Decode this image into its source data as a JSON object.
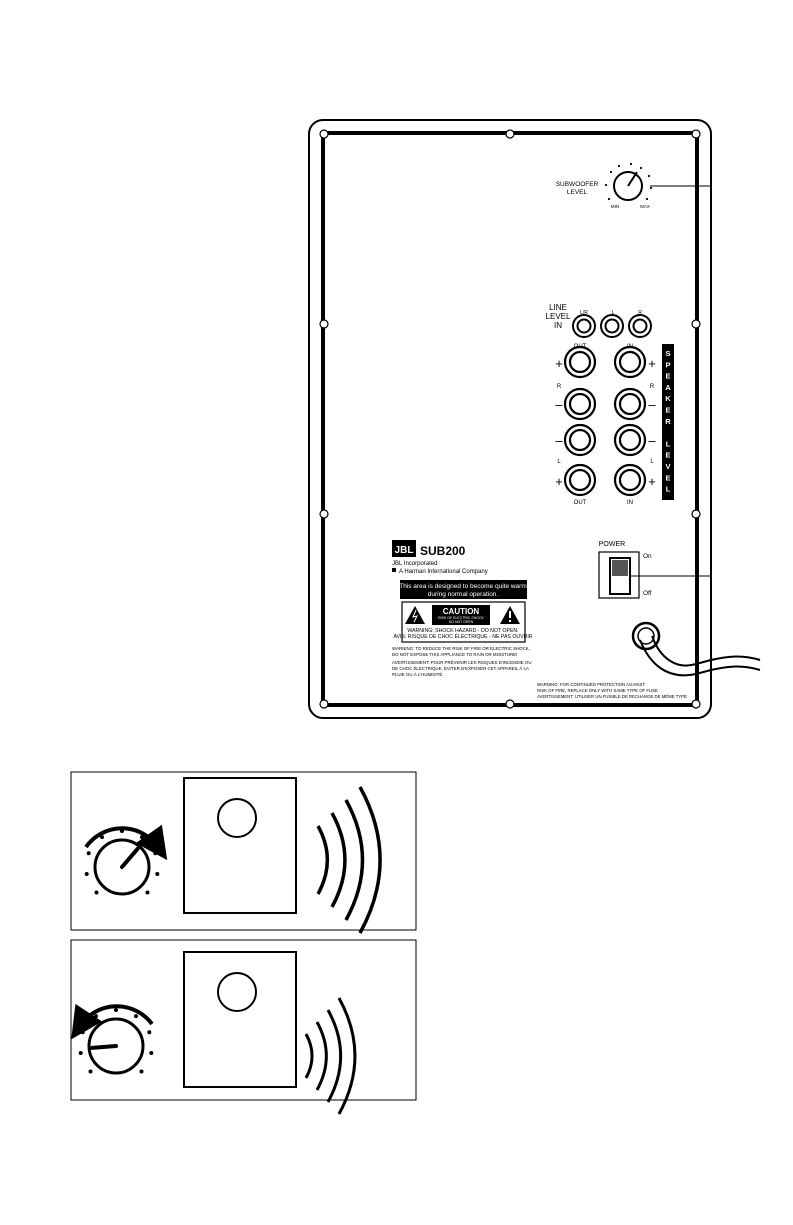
{
  "panel": {
    "subwoofer_level": {
      "label_line1": "SUBWOOFER",
      "label_line2": "LEVEL",
      "min_label": "MIN",
      "max_label": "MAX"
    },
    "line_level_in": {
      "label_line1": "LINE",
      "label_line2": "LEVEL",
      "label_line3": "IN",
      "jacks": [
        "L/R",
        "L",
        "R"
      ]
    },
    "speaker_level": {
      "label": "SPEAKER LEVEL",
      "out_label": "OUT",
      "in_label": "IN",
      "right_label": "R",
      "left_label": "L",
      "plus_sign": "+",
      "minus_sign": "–"
    },
    "brand": {
      "logo": "JBL",
      "model": "SUB200",
      "company_line1": "JBL Incorporated",
      "company_line2": "A Harman International Company"
    },
    "heat_notice": {
      "line1": "This area is designed to become quite warm",
      "line2": "during normal operation."
    },
    "caution_label": {
      "title": "CAUTION",
      "sub_line1": "RISK OF ELECTRIC SHOCK",
      "sub_line2": "DO NOT OPEN",
      "warning_line1": "WARNING: SHOCK HAZARD - DO NOT OPEN.",
      "warning_line2": "AVIS: RISQUE DE CHOC ÉLECTRIQUE - NE PAS OUVRIR"
    },
    "fire_warning": {
      "line1": "WARNING: TO REDUCE THE RISK OF FIRE OR ELECTRIC SHOCK,",
      "line2": "DO NOT EXPOSE THIS APPLIANCE TO RAIN OR MOISTURE!"
    },
    "fire_warning_fr": {
      "line1": "AVERTISSEMENT: POUR PRÉVENIR LES RISQUES D'INCENDIE OU",
      "line2": "DE CHOC ÉLECTRIQUE, ÉVITER D'EXPOSER CET APPAREIL À LA",
      "line3": "PLUIE OU À L'HUMIDITÉ."
    },
    "power": {
      "label": "POWER",
      "on_label": "On",
      "off_label": "Off"
    },
    "fuse_warning": {
      "line1": "WARNING: FOR CONTINUED PROTECTION AGAINST",
      "line2": "RISK OF FIRE, REPLACE ONLY WITH SAME TYPE OF FUSE",
      "line3": "AVERTISSEMENT: UTILISER UN FUSIBLE DE RECHANGE DE MÊME TYPE"
    }
  },
  "illustrations": {
    "increase": {
      "knob_level": 0.65,
      "sound_waves": 4
    },
    "decrease": {
      "knob_level": 0.15,
      "sound_waves": 4
    }
  }
}
